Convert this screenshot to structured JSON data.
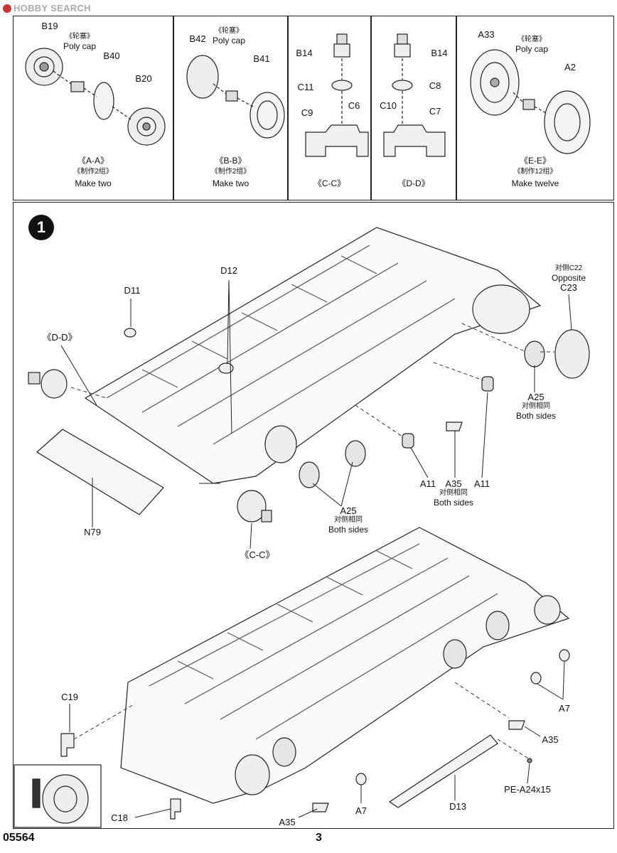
{
  "watermark": "HOBBY SEARCH",
  "step_number": "1",
  "footer": {
    "kit_code": "05564",
    "page_number": "3"
  },
  "subassemblies": [
    {
      "id": "A-A",
      "caption": "《A-A》",
      "cn_note": "《制作2组》",
      "en_note": "Make two",
      "parts": {
        "p1": "B19",
        "cap_cn": "《轮塞》",
        "cap_en": "Poly cap",
        "p2": "B40",
        "p3": "B20"
      }
    },
    {
      "id": "B-B",
      "caption": "《B-B》",
      "cn_note": "《制作2组》",
      "en_note": "Make two",
      "parts": {
        "p1": "B42",
        "cap_cn": "《轮塞》",
        "cap_en": "Poly cap",
        "p2": "B41"
      }
    },
    {
      "id": "C-C",
      "caption": "《C-C》",
      "parts": {
        "p1": "B14",
        "p2": "C11",
        "p3": "C9",
        "p4": "C6"
      }
    },
    {
      "id": "D-D",
      "caption": "《D-D》",
      "parts": {
        "p1": "B14",
        "p2": "C8",
        "p3": "C10",
        "p4": "C7"
      }
    },
    {
      "id": "E-E",
      "caption": "《E-E》",
      "cn_note": "《制作12组》",
      "en_note": "Make twelve",
      "parts": {
        "p1": "A33",
        "cap_cn": "《轮塞》",
        "cap_en": "Poly cap",
        "p2": "A2"
      }
    }
  ],
  "upper_labels": {
    "d12": "D12",
    "d11": "D11",
    "dd": "《D-D》",
    "c22_cn": "对侧C22",
    "opposite": "Opposite",
    "c23": "C23",
    "a25_right": "A25",
    "both_cn": "对侧相同",
    "both_en": "Both sides",
    "a11_left": "A11",
    "a35": "A35",
    "a11_right": "A11",
    "a25_mid": "A25",
    "n79": "N79",
    "cc": "《C-C》"
  },
  "lower_labels": {
    "c19": "C19",
    "a7_right": "A7",
    "a35_right": "A35",
    "pe": "PE-A24x15",
    "d13": "D13",
    "a7_mid": "A7",
    "c18": "C18",
    "a35_bottom": "A35"
  }
}
